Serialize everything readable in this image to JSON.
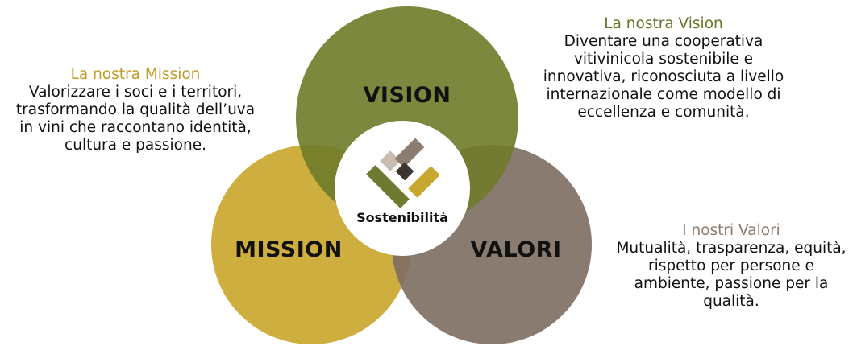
{
  "diagram": {
    "center": {
      "label": "Sostenibilità",
      "icon": "vineyard-logo-icon"
    },
    "circles": [
      {
        "id": "vision",
        "label": "VISION",
        "color": "#6f7b2a"
      },
      {
        "id": "mission",
        "label": "MISSION",
        "color": "#c9a72e"
      },
      {
        "id": "valori",
        "label": "VALORI",
        "color": "#7d6d60"
      }
    ],
    "logo_colors": {
      "olive": "#6d7a2f",
      "gold": "#c9a72e",
      "dark": "#3d3530",
      "taupe": "#8b7d72",
      "light": "#c8bbb2"
    }
  },
  "mission": {
    "heading": "La nostra Mission",
    "heading_color": "#c09a28",
    "body": "Valorizzare i soci e i territori,\ntrasformando la qualità dell’uva\nin vini che raccontano identità,\ncultura e passione."
  },
  "vision": {
    "heading": "La nostra Vision",
    "heading_color": "#6a7225",
    "body": "Diventare una cooperativa\nvitivinicola sostenibile e\ninnovativa, riconosciuta a livello\ninternazionale come modello di\neccellenza e comunità."
  },
  "valori": {
    "heading": "I nostri Valori",
    "heading_color": "#8e7b6c",
    "body": "Mutualità, trasparenza, equità,\nrispetto per persone e\nambiente, passione per la\nqualità."
  }
}
